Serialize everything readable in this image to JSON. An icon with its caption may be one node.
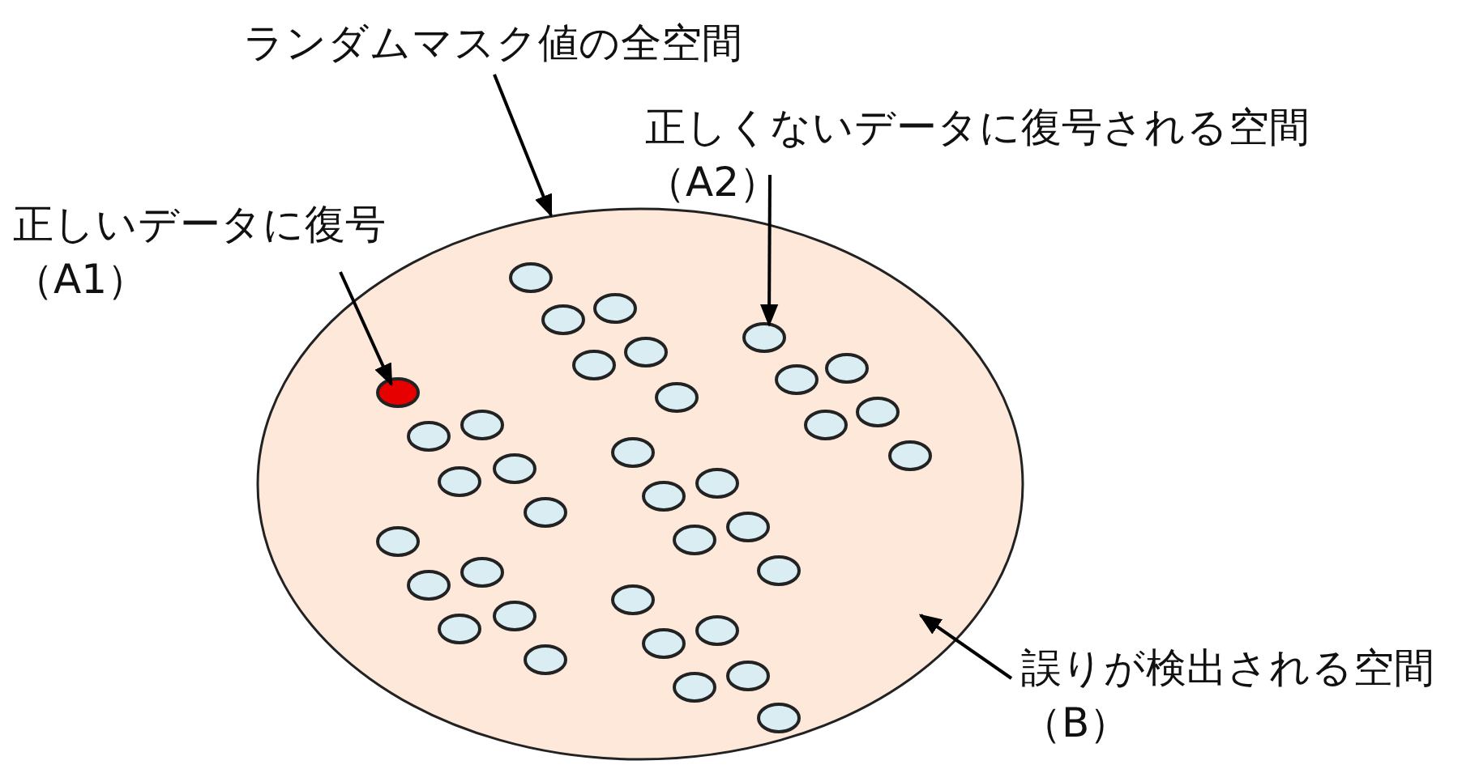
{
  "diagram": {
    "nodes": [
      {
        "text": [
          "ランダムマスク値の全空間"
        ]
      },
      {
        "text": [
          "正しくないデータに復号される空間（A2）"
        ]
      },
      {
        "text": [
          "正しいデータに復号（A1）"
        ]
      },
      {
        "text": [],
        "shape": "circle"
      },
      {
        "text": [],
        "shape": "circle",
        "in": 3
      },
      {
        "text": [],
        "shape": "circle",
        "in": 3
      },
      {
        "text": [],
        "shape": "circle",
        "in": 3
      },
      {
        "text": [],
        "shape": "circle",
        "in": 3
      },
      {
        "text": [],
        "shape": "circle",
        "in": 3
      },
      {
        "text": [],
        "shape": "circle",
        "in": 3
      },
      {
        "text": [],
        "shape": "circle",
        "in": 3
      },
      {
        "text": [],
        "shape": "circle",
        "in": 3
      },
      {
        "text": [],
        "shape": "circle",
        "in": 3
      },
      {
        "text": [],
        "shape": "circle",
        "in": 3
      },
      {
        "text": [],
        "shape": "circle",
        "in": 3
      },
      {
        "text": [],
        "shape": "circle",
        "in": 3
      },
      {
        "text": [],
        "shape": "circle",
        "in": 3
      },
      {
        "text": [],
        "shape": "circle",
        "in": 3
      },
      {
        "text": [],
        "shape": "circle",
        "in": 3
      },
      {
        "text": [],
        "shape": "circle",
        "in": 3
      },
      {
        "text": [],
        "shape": "circle",
        "in": 3
      },
      {
        "text": [],
        "shape": "circle",
        "in": 3
      },
      {
        "text": [],
        "shape": "circle",
        "in": 3
      },
      {
        "text": [],
        "shape": "circle",
        "in": 3
      },
      {
        "text": [],
        "shape": "circle",
        "in": 3
      },
      {
        "text": [],
        "shape": "circle",
        "in": 3
      },
      {
        "text": [],
        "shape": "circle",
        "in": 3
      },
      {
        "text": [],
        "shape": "circle",
        "in": 3
      },
      {
        "text": [],
        "shape": "circle",
        "in": 3
      },
      {
        "text": [],
        "shape": "circle",
        "in": 3
      },
      {
        "text": [],
        "shape": "circle",
        "in": 3
      },
      {
        "text": [],
        "shape": "circle",
        "in": 3
      },
      {
        "text": [],
        "shape": "circle",
        "in": 3
      },
      {
        "text": [],
        "shape": "circle",
        "in": 3
      },
      {
        "text": [],
        "shape": "circle",
        "in": 3
      },
      {
        "text": [],
        "shape": "circle",
        "in": 3
      },
      {
        "text": [],
        "shape": "circle",
        "in": 3
      },
      {
        "text": [],
        "shape": "circle",
        "in": 3
      },
      {
        "text": [],
        "shape": "circle",
        "in": 3
      },
      {
        "text": [],
        "shape": "circle",
        "in": 3
      },
      {
        "text": [
          "誤りが検出される空間（B）"
        ]
      }
    ],
    "edges": [
      {
        "from": 0,
        "to": 3,
        "arrow": "to"
      },
      {
        "from": 1,
        "to": 7,
        "arrow": "to"
      },
      {
        "from": 2,
        "to": 12,
        "arrow": "to"
      },
      {
        "from": 40,
        "to": 3,
        "arrow": "to"
      }
    ]
  }
}
